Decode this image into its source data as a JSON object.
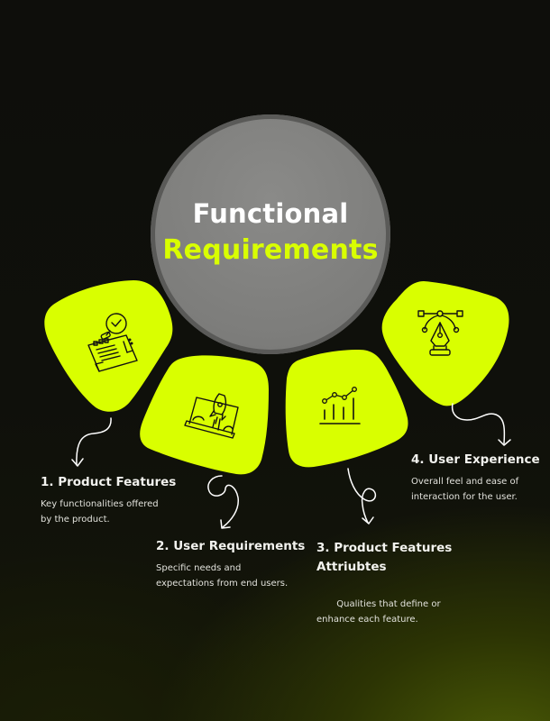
{
  "title": {
    "line1": "Functional",
    "line2": "Requirements"
  },
  "colors": {
    "accent": "#d9ff00",
    "hub": "#7d7d7b",
    "hub_ring": "#5a5a58",
    "background": "#0e0e0b",
    "text": "#ffffff"
  },
  "steps": [
    {
      "number": "1.",
      "title": "1. Product Features",
      "description": "Key functionalities offered by the product.",
      "desc_line1": "Key functionalities offered",
      "desc_line2": "by the product.",
      "icon": "document-search-icon"
    },
    {
      "number": "2.",
      "title": "2. User Requirements",
      "description": "Specific needs and expectations from end users.",
      "desc_line1": "Specific needs and",
      "desc_line2": "expectations from end users.",
      "icon": "rocket-launch-laptop-icon"
    },
    {
      "number": "3.",
      "title_line1": "3. Product Features",
      "title_line2": "Attriubtes",
      "description": " Qualities that define or enhance each feature.",
      "desc_line1": " Qualities that define or",
      "desc_line2": "enhance each feature.",
      "icon": "bar-chart-trend-icon"
    },
    {
      "number": "4.",
      "title": "4. User Experience",
      "description": "Overall feel and ease of interaction for the user.",
      "desc_line1": "Overall feel and ease of",
      "desc_line2": "interaction for the user.",
      "icon": "pen-tool-bezier-icon"
    }
  ]
}
